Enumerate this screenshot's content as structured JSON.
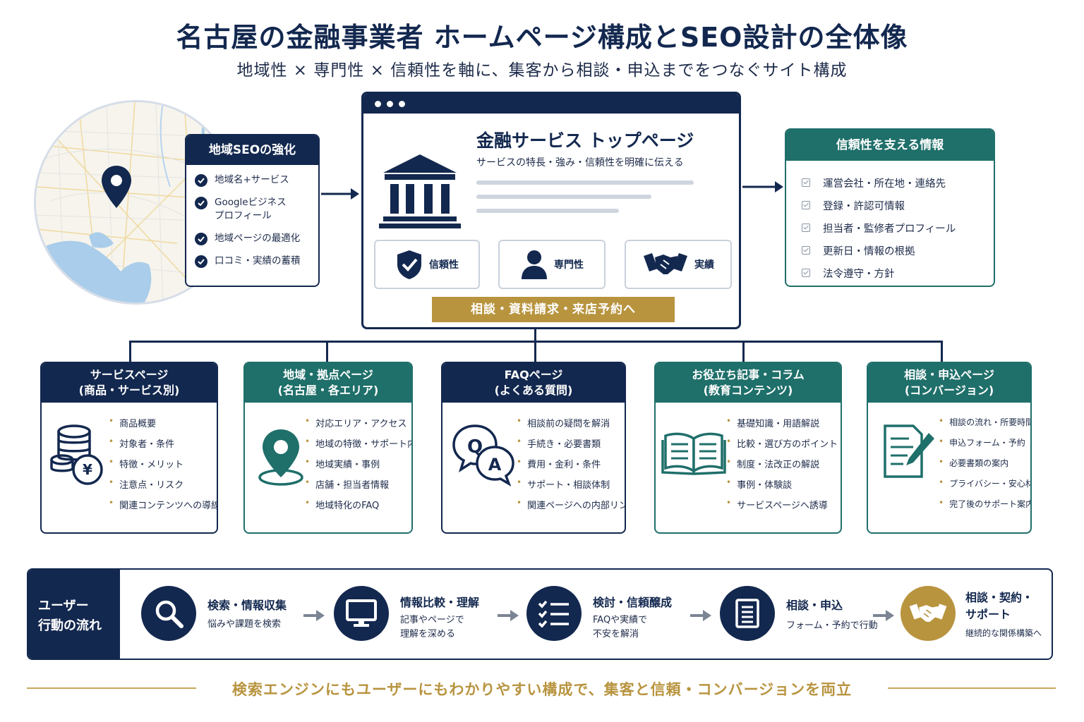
{
  "header": {
    "title": "名古屋の金融事業者 ホームページ構成とSEO設計の全体像",
    "subtitle": "地域性 × 専門性 × 信頼性を軸に、集客から相談・申込までをつなぐサイト構成"
  },
  "regional": {
    "title": "地域SEOの強化",
    "items": [
      "地域名+サービス",
      "Googleビジネス\nプロフィール",
      "地域ページの最適化",
      "口コミ・実績の蓄積"
    ]
  },
  "top_page": {
    "title": "金融サービス トップページ",
    "description": "サービスの特長・強み・信頼性を明確に伝える",
    "features": [
      "信頼性",
      "専門性",
      "実績"
    ],
    "cta": "相談・資料請求・来店予約へ"
  },
  "trust": {
    "title": "信頼性を支える情報",
    "items": [
      "運営会社・所在地・連絡先",
      "登録・許認可情報",
      "担当者・監修者プロフィール",
      "更新日・情報の根拠",
      "法令遵守・方針"
    ]
  },
  "cards": [
    {
      "title1": "サービスページ",
      "title2": "(商品・サービス別)",
      "items": [
        "商品概要",
        "対象者・条件",
        "特徴・メリット",
        "注意点・リスク",
        "関連コンテンツへの導線"
      ]
    },
    {
      "title1": "地域・拠点ページ",
      "title2": "(名古屋・各エリア)",
      "items": [
        "対応エリア・アクセス",
        "地域の特徴・サポート内容",
        "地域実績・事例",
        "店舗・担当者情報",
        "地域特化のFAQ"
      ]
    },
    {
      "title1": "FAQページ",
      "title2": "(よくある質問)",
      "items": [
        "相談前の疑問を解消",
        "手続き・必要書類",
        "費用・金利・条件",
        "サポート・相談体制",
        "関連ページへの内部リンク"
      ]
    },
    {
      "title1": "お役立ち記事・コラム",
      "title2": "(教育コンテンツ)",
      "items": [
        "基礎知識・用語解説",
        "比較・選び方のポイント",
        "制度・法改正の解説",
        "事例・体験談",
        "サービスページへ誘導"
      ]
    },
    {
      "title1": "相談・申込ページ",
      "title2": "(コンバージョン)",
      "items": [
        "相談の流れ・所要時間",
        "申込フォーム・予約",
        "必要書類の案内",
        "プライバシー・安心材料",
        "完了後のサポート案内"
      ]
    }
  ],
  "flow": {
    "label": "ユーザー\n行動の流れ",
    "steps": [
      {
        "title": "検索・情報収集",
        "desc": "悩みや課題を検索"
      },
      {
        "title": "情報比較・理解",
        "desc": "記事やページで\n理解を深める"
      },
      {
        "title": "検討・信頼醸成",
        "desc": "FAQや実績で\n不安を解消"
      },
      {
        "title": "相談・申込",
        "desc": "フォーム・予約で行動"
      },
      {
        "title": "相談・契約・\nサポート",
        "desc": "継続的な関係構築へ"
      }
    ]
  },
  "footer": "検索エンジンにもユーザーにもわかりやすい構成で、集客と信頼・コンバージョンを両立",
  "colors": {
    "navy": "#13284f",
    "teal": "#1f6f6a",
    "gold": "#b8943f"
  }
}
